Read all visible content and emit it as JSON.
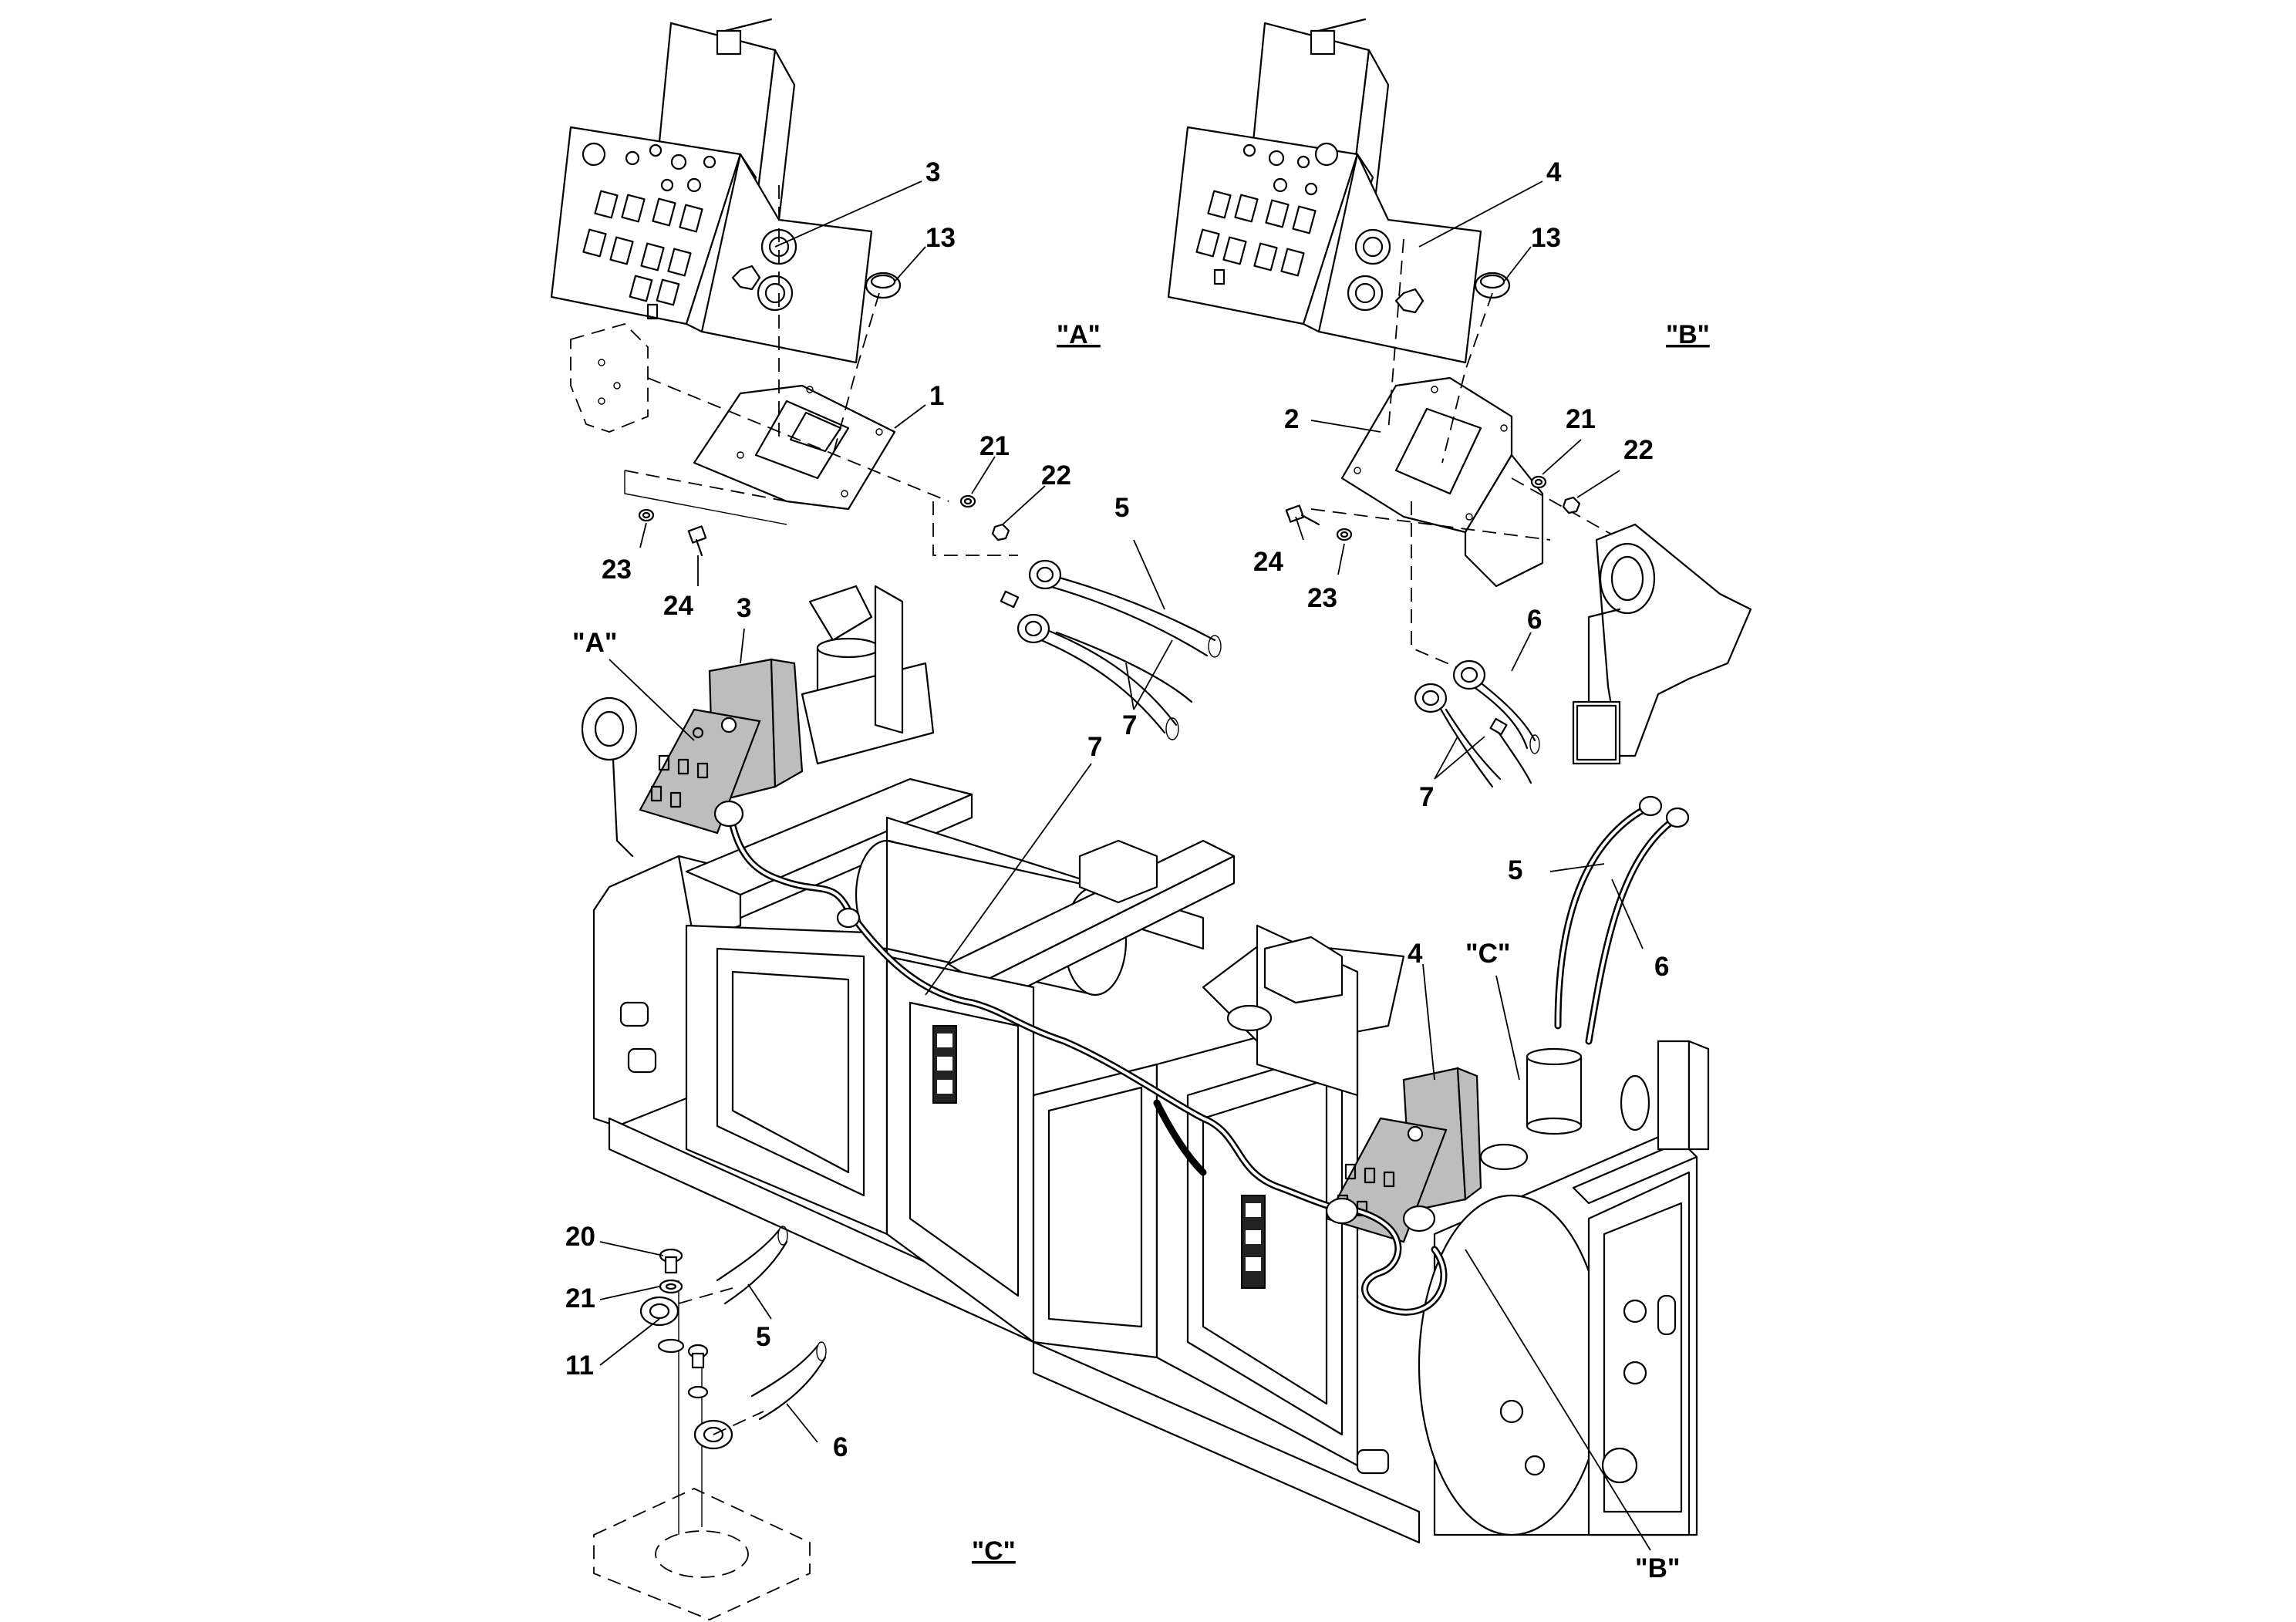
{
  "views": {
    "a": "\"A\"",
    "b": "\"B\"",
    "c": "\"C\""
  },
  "callouts": {
    "v_a_3": "3",
    "v_a_13": "13",
    "v_a_1": "1",
    "v_a_21": "21",
    "v_a_22": "22",
    "v_a_5": "5",
    "v_a_23": "23",
    "v_a_24": "24",
    "v_a_7": "7",
    "v_b_4": "4",
    "v_b_13": "13",
    "v_b_2": "2",
    "v_b_21": "21",
    "v_b_22": "22",
    "v_b_24": "24",
    "v_b_23": "23",
    "v_b_6": "6",
    "v_b_7": "7",
    "main_a_ref": "\"A\"",
    "main_3": "3",
    "main_7": "7",
    "main_5": "5",
    "main_6": "6",
    "main_4": "4",
    "main_c_ref": "\"C\"",
    "main_b_ref": "\"B\"",
    "v_c_20": "20",
    "v_c_21": "21",
    "v_c_11": "11",
    "v_c_5": "5",
    "v_c_6": "6"
  }
}
